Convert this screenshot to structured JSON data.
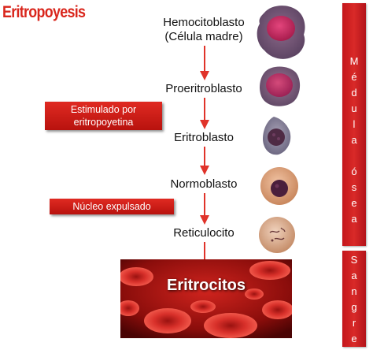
{
  "title": "Eritropoyesis",
  "stages": [
    {
      "line1": "Hemocitoblasto",
      "line2": "(Célula madre)"
    },
    {
      "line1": "Proeritroblasto",
      "line2": ""
    },
    {
      "line1": "Eritroblasto",
      "line2": ""
    },
    {
      "line1": "Normoblasto",
      "line2": ""
    },
    {
      "line1": "Reticulocito",
      "line2": ""
    }
  ],
  "annotations": {
    "epo_line1": "Estimulado por",
    "epo_line2": "eritropoyetina",
    "nucleus": "Núcleo expulsado"
  },
  "final_stage": "Eritrocitos",
  "side_bars": {
    "marrow_letters": [
      "M",
      "é",
      "d",
      "u",
      "l",
      "a",
      "",
      "ó",
      "s",
      "e",
      "a"
    ],
    "blood_letters": [
      "S",
      "a",
      "n",
      "g",
      "r",
      "e"
    ]
  },
  "colors": {
    "title_red": "#d9261c",
    "arrow_red": "#e0332a",
    "badge_red": "#c8191a",
    "bar_red": "#c4161c"
  }
}
